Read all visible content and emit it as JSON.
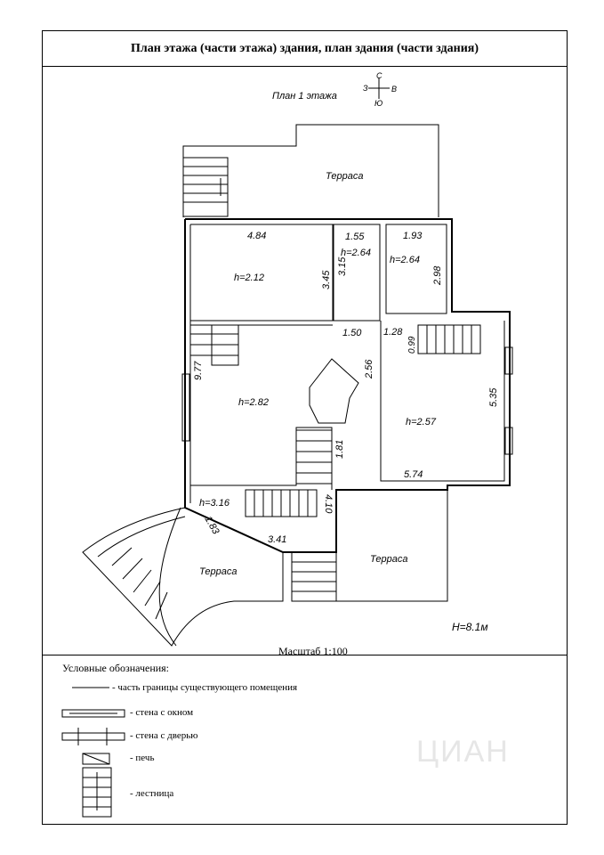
{
  "document": {
    "title": "План этажа (части этажа) здания, план здания (части здания)",
    "floor_label": "План 1 этажа",
    "scale": "Масштаб 1:100",
    "height": "H=8.1м"
  },
  "compass": {
    "north": "С",
    "west": "З",
    "east": "В",
    "south": "Ю"
  },
  "rooms": {
    "terrace_top": "Терраса",
    "terrace_left": "Терраса",
    "terrace_right": "Терраса",
    "room1_h": "h=2.12",
    "room2_h": "h=2.64",
    "room3_h": "h=2.64",
    "room4_h": "h=2.82",
    "room5_h": "h=2.57",
    "room6_h": "h=3.16"
  },
  "dimensions": {
    "d484": "4.84",
    "d345": "3.45",
    "d155": "1.55",
    "d315": "3.15",
    "d193": "1.93",
    "d298": "2.98",
    "d150": "1.50",
    "d128": "1.28",
    "d099": "0.99",
    "d977": "9.77",
    "d256": "2.56",
    "d535": "5.35",
    "d181": "1.81",
    "d574": "5.74",
    "d410": "4.10",
    "d183": "1.83",
    "d341": "3.41"
  },
  "legend": {
    "title": "Условные обозначения:",
    "boundary": "- часть границы существующего помещения",
    "window": "- стена с окном",
    "door": "- стена с дверью",
    "stove": "- печь",
    "stairs": "- лестница"
  },
  "watermark": "ЦИАН"
}
